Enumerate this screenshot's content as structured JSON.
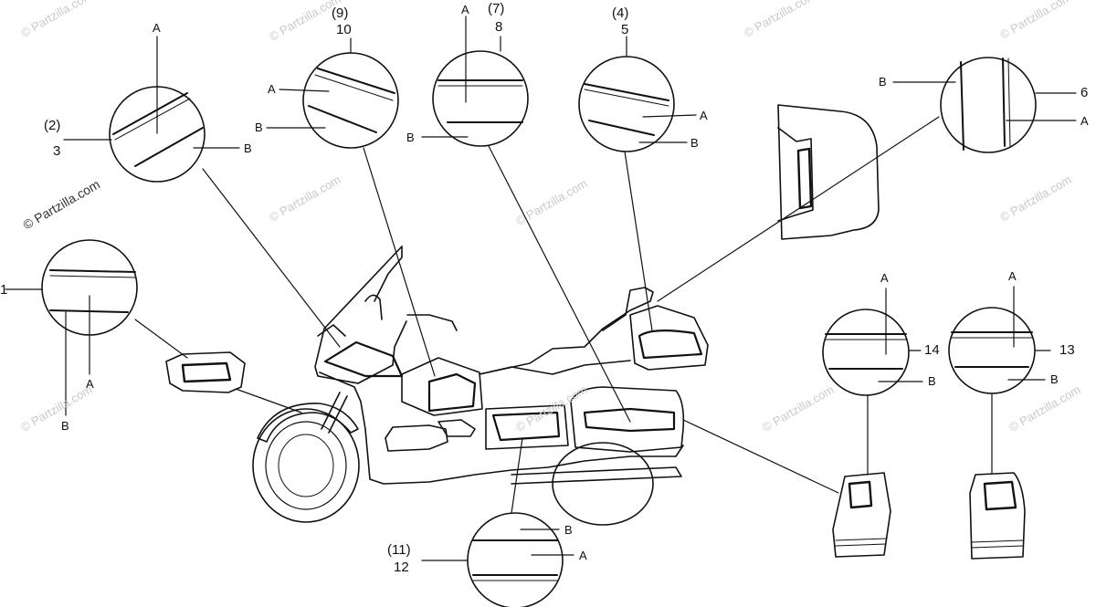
{
  "watermark": "© Partzilla.com",
  "callouts": {
    "c_left": {
      "part": "1",
      "a": "A",
      "b": "B"
    },
    "c_2_3": {
      "paren": "(2)",
      "part": "3",
      "a": "A",
      "b": "B"
    },
    "c_9_10": {
      "paren": "(9)",
      "part": "10",
      "a": "A",
      "b": "B"
    },
    "c_7_8": {
      "paren": "(7)",
      "part": "8",
      "a": "A",
      "b": "B"
    },
    "c_4_5": {
      "paren": "(4)",
      "part": "5",
      "a": "A",
      "b": "B"
    },
    "c_6": {
      "part": "6",
      "a": "A",
      "b": "B"
    },
    "c_14": {
      "part": "14",
      "a": "A",
      "b": "B"
    },
    "c_13": {
      "part": "13",
      "a": "A",
      "b": "B"
    },
    "c_11_12": {
      "paren": "(11)",
      "part": "12",
      "a": "A",
      "b": "B"
    }
  }
}
